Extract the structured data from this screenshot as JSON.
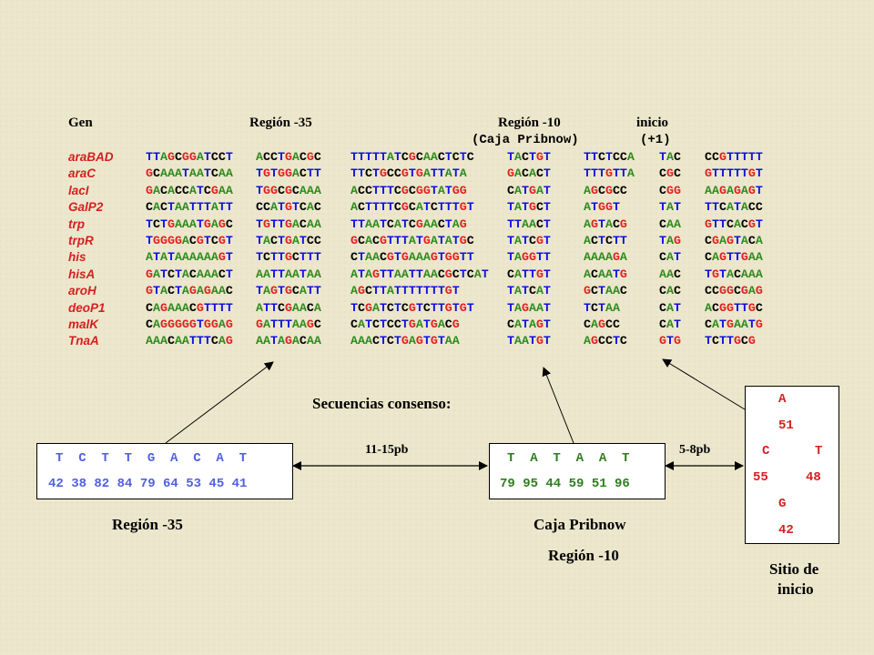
{
  "headers": {
    "gen": "Gen",
    "region35": "Región -35",
    "region10": "Región -10",
    "caja": "(Caja Pribnow)",
    "inicio": "inicio",
    "plus1": "(+1)"
  },
  "genes": [
    {
      "name": "araBAD",
      "seqs": [
        "TTAGCGGATCCT",
        "ACCTGACGC",
        "TTTTTATCGCAACTCTC",
        "TACTGT",
        "TTCTCCA",
        "TAC",
        "CCGTTTTT"
      ]
    },
    {
      "name": "araC",
      "seqs": [
        "GCAAATAATCAA",
        "TGTGGACTT",
        "TTCTGCCGTGATTATA",
        "GACACT",
        "TTTGTTA",
        "CGC",
        "GTTTTTGT"
      ]
    },
    {
      "name": "lacI",
      "seqs": [
        "GACACCATCGAA",
        "TGGCGCAAA",
        "ACCTTTCGCGGTATGG",
        "CATGAT",
        "AGCGCC",
        "CGG",
        "AAGAGAGT"
      ]
    },
    {
      "name": "GalP2",
      "seqs": [
        "CACTAATTTATT",
        "CCATGTCAC",
        "ACTTTTCGCATCTTTGT",
        "TATGCT",
        "ATGGT",
        "TAT",
        "TTCATACC"
      ]
    },
    {
      "name": "trp",
      "seqs": [
        "TCTGAAATGAGC",
        "TGTTGACAA",
        "TTAATCATCGAACTAG",
        "TTAACT",
        "AGTACG",
        "CAA",
        "GTTCACGT"
      ]
    },
    {
      "name": "trpR",
      "seqs": [
        "TGGGGACGTCGT",
        "TACTGATCC",
        "GCACGTTTATGATATGC",
        "TATCGT",
        "ACTCTT",
        "TAG",
        "CGAGTACA"
      ]
    },
    {
      "name": "his",
      "seqs": [
        "ATATAAAAAAGT",
        "TCTTGCTTT",
        "CTAACGTGAAAGTGGTT",
        "TAGGTT",
        "AAAAGA",
        "CAT",
        "CAGTTGAA"
      ]
    },
    {
      "name": "hisA",
      "seqs": [
        "GATCTACAAACT",
        "AATTAATAA",
        "ATAGTTAATTAACGCTCAT",
        "CATTGT",
        "ACAATG",
        "AAC",
        "TGTACAAA"
      ]
    },
    {
      "name": "aroH",
      "seqs": [
        "GTACTAGAGAAC",
        "TAGTGCATT",
        "AGCTTATTTTTTTGT",
        "TATCAT",
        "GCTAAC",
        "CAC",
        "CCGGCGAG"
      ]
    },
    {
      "name": "deoP1",
      "seqs": [
        "CAGAAACGTTTT",
        "ATTCGAACA",
        "TCGATCTCGTCTTGTGT",
        "TAGAAT",
        "TCTAA",
        "CAT",
        "ACGGTTGC"
      ]
    },
    {
      "name": "malK",
      "seqs": [
        "CAGGGGGTGGAG",
        "GATTTAAGC",
        "CATCTCCTGATGACG",
        "CATAGT",
        "CAGCC",
        "CAT",
        "CATGAATG"
      ]
    },
    {
      "name": "TnaA",
      "seqs": [
        "AAACAATTTCAG",
        "AATAGACAA",
        "AAACTCTGAGTGTAA",
        "TAATGT",
        "AGCCTC",
        "GTG",
        "TCTTGCG"
      ]
    }
  ],
  "consensus_title": "Secuencias consenso:",
  "box35": {
    "letters": "T  C  T  T  G  A  C  A  T",
    "numbers": "42 38 82 84 79 64 53 45 41",
    "label": "Región -35"
  },
  "box10": {
    "letters": "T  A  T  A  A  T",
    "numbers": "79 95 44 59 51 96",
    "label": "Caja Pribnow",
    "sublabel": "Región -10"
  },
  "spacer1": "11-15pb",
  "spacer2": "5-8pb",
  "site": {
    "A": "A",
    "A_val": "51",
    "C": "C",
    "C_val": "55",
    "T": "T",
    "T_val": "48",
    "G": "G",
    "G_val": "42",
    "label1": "Sitio de",
    "label2": "inicio"
  }
}
